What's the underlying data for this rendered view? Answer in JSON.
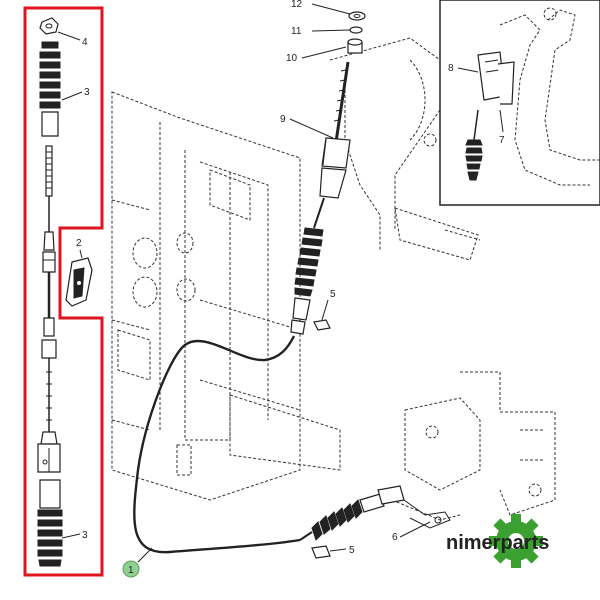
{
  "callouts": {
    "c1": "1",
    "c2": "2",
    "c3a": "3",
    "c3b": "3",
    "c4": "4",
    "c5a": "5",
    "c5b": "5",
    "c6": "6",
    "c7": "7",
    "c8": "8",
    "c9": "9",
    "c10": "10",
    "c11": "11",
    "c12": "12"
  },
  "brand": {
    "text": "nimerparts"
  },
  "colors": {
    "highlight": "#e0141c",
    "gear": "#3aa030",
    "callout_circle": "#8fcf8f"
  }
}
